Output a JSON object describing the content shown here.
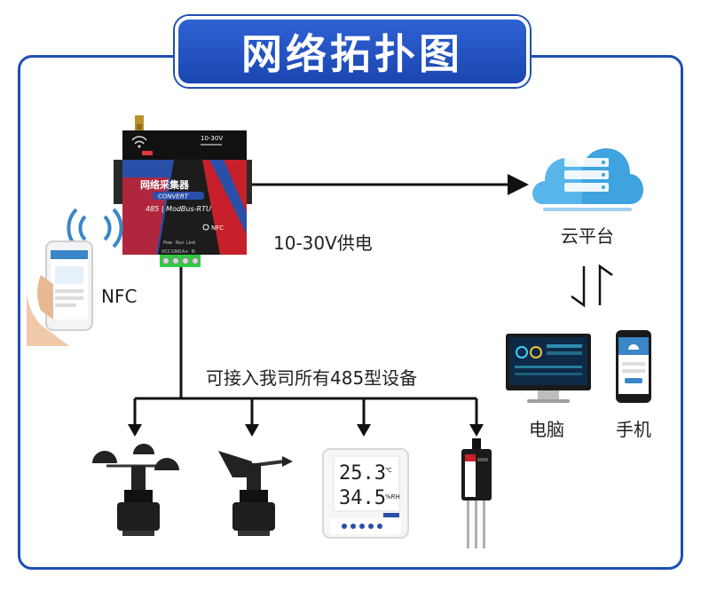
{
  "title": "网络拓扑图",
  "gateway": {
    "name": "网络采集器",
    "sub_badge": "CONVERT",
    "protocol": "485 | ModBus-RTU",
    "voltage_mark": "10-30V",
    "nfc_badge": "NFC",
    "leds": [
      "Pow",
      "Run",
      "Link"
    ],
    "pins": [
      "VCC",
      "GND",
      "A+",
      "B-"
    ]
  },
  "labels": {
    "power": "10-30V供电",
    "cloud": "云平台",
    "nfc": "NFC",
    "bus": "可接入我司所有485型设备",
    "pc": "电脑",
    "phone": "手机"
  },
  "sensor_display": {
    "temperature": "25.3",
    "temp_unit": "℃",
    "humidity": "34.5",
    "hum_unit": "%RH"
  },
  "colors": {
    "frame": "#1f4fb5",
    "banner": "#2657c8",
    "device_body": "#1c1c1c",
    "device_red": "#c8202a",
    "device_blue": "#2a4fa8",
    "terminal": "#2ecc40",
    "cloud": "#3fa3df"
  }
}
